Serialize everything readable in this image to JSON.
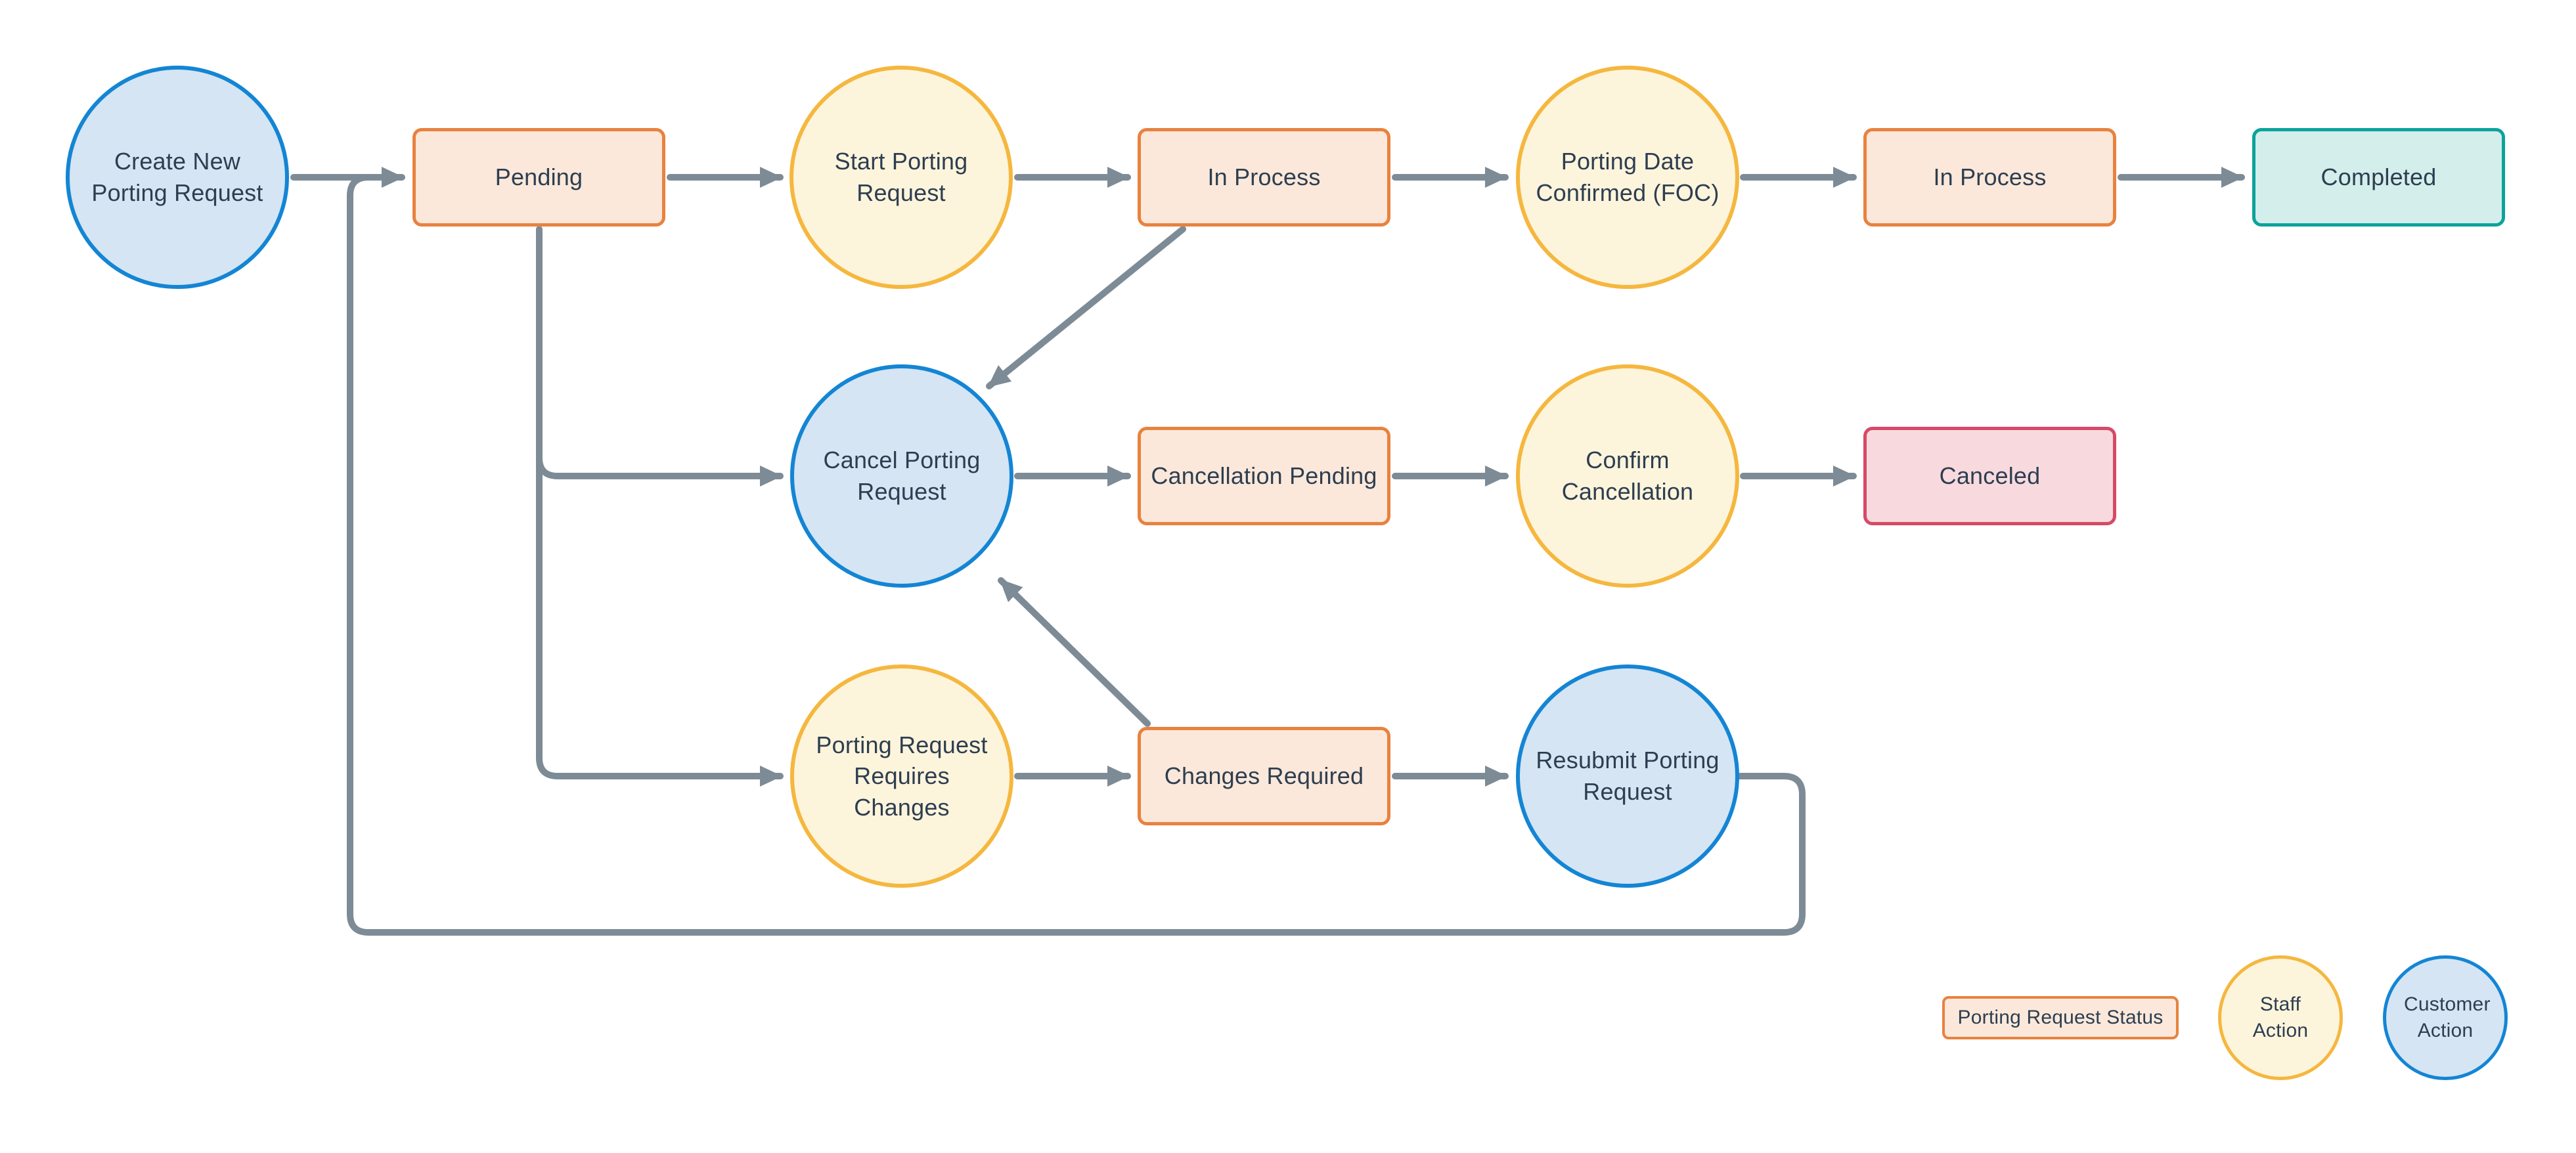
{
  "palette": {
    "status_fill": "#fbe8da",
    "status_border": "#e8823f",
    "staff_fill": "#fdf4dc",
    "staff_border": "#f5b73e",
    "customer_fill": "#d5e5f4",
    "customer_border": "#1485d4",
    "completed_fill": "#d4eeec",
    "completed_border": "#0ba39b",
    "canceled_fill": "#f8dade",
    "canceled_border": "#d54a67",
    "arrow": "#7d8b96",
    "text": "#2d3e50",
    "bg": "#ffffff"
  },
  "nodes": {
    "create_new": {
      "label": "Create New Porting Request",
      "type": "customer-action"
    },
    "pending": {
      "label": "Pending",
      "type": "porting-request-status"
    },
    "start_porting": {
      "label": "Start Porting Request",
      "type": "staff-action"
    },
    "in_process_1": {
      "label": "In Process",
      "type": "porting-request-status"
    },
    "porting_date_confirmed": {
      "label": "Porting Date Confirmed (FOC)",
      "type": "staff-action"
    },
    "in_process_2": {
      "label": "In Process",
      "type": "porting-request-status"
    },
    "completed": {
      "label": "Completed",
      "type": "porting-request-status"
    },
    "cancel_porting": {
      "label": "Cancel Porting Request",
      "type": "customer-action"
    },
    "cancellation_pending": {
      "label": "Cancellation Pending",
      "type": "porting-request-status"
    },
    "confirm_cancellation": {
      "label": "Confirm Cancellation",
      "type": "staff-action"
    },
    "canceled": {
      "label": "Canceled",
      "type": "porting-request-status"
    },
    "requires_changes": {
      "label": "Porting Request Requires Changes",
      "type": "staff-action"
    },
    "changes_required": {
      "label": "Changes Required",
      "type": "porting-request-status"
    },
    "resubmit": {
      "label": "Resubmit Porting Request",
      "type": "customer-action"
    }
  },
  "edges": [
    {
      "from": "Create New Porting Request",
      "to": "Pending"
    },
    {
      "from": "Pending",
      "to": "Start Porting Request"
    },
    {
      "from": "Start Porting Request",
      "to": "In Process"
    },
    {
      "from": "In Process",
      "to": "Porting Date Confirmed (FOC)"
    },
    {
      "from": "Porting Date Confirmed (FOC)",
      "to": "In Process"
    },
    {
      "from": "In Process",
      "to": "Completed"
    },
    {
      "from": "In Process",
      "to": "Cancel Porting Request"
    },
    {
      "from": "Pending",
      "to": "Cancel Porting Request"
    },
    {
      "from": "Pending",
      "to": "Porting Request Requires Changes"
    },
    {
      "from": "Cancel Porting Request",
      "to": "Cancellation Pending"
    },
    {
      "from": "Cancellation Pending",
      "to": "Confirm Cancellation"
    },
    {
      "from": "Confirm Cancellation",
      "to": "Canceled"
    },
    {
      "from": "Porting Request Requires Changes",
      "to": "Changes Required"
    },
    {
      "from": "Changes Required",
      "to": "Resubmit Porting Request"
    },
    {
      "from": "Changes Required",
      "to": "Cancel Porting Request"
    },
    {
      "from": "Resubmit Porting Request",
      "to": "Pending"
    }
  ],
  "legend": {
    "status_label": "Porting Request Status",
    "staff_label": "Staff Action",
    "customer_label": "Customer Action"
  }
}
